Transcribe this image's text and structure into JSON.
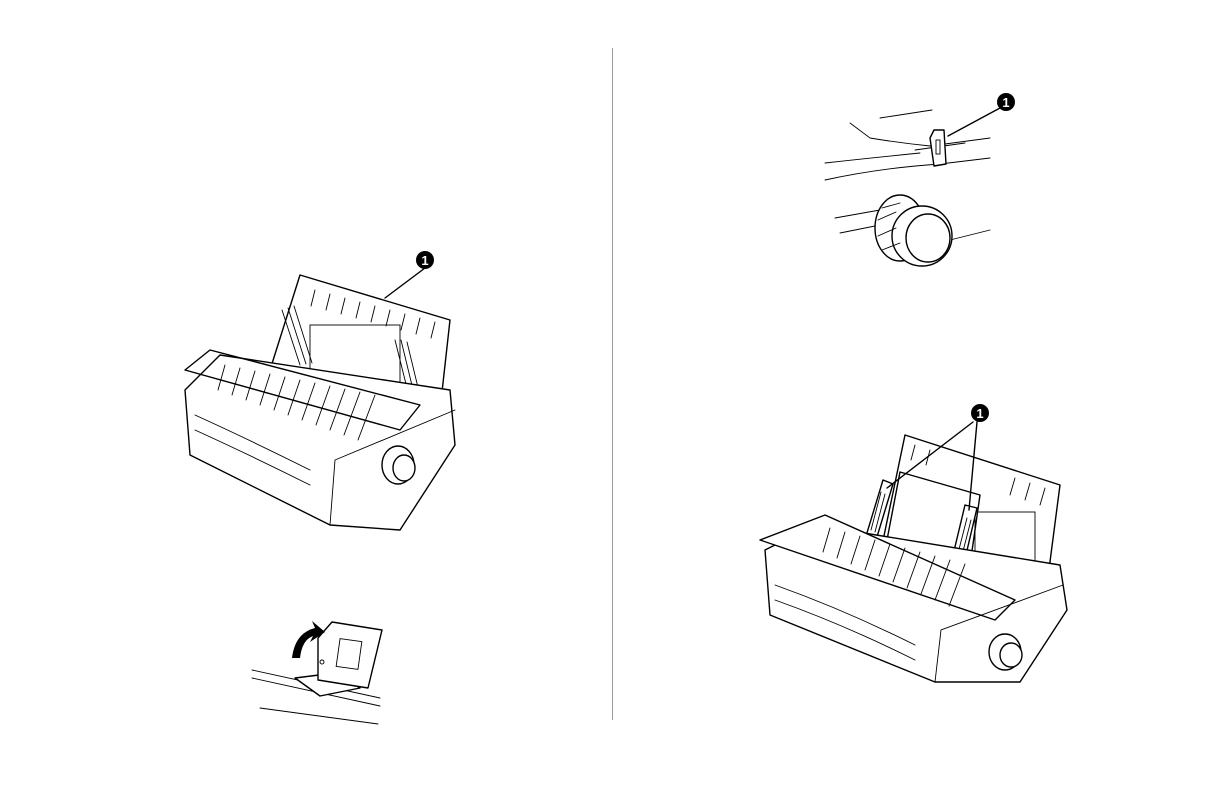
{
  "callouts": {
    "printer_paper_separator": "1",
    "lever_detail": "1",
    "paper_guides": "1"
  },
  "colors": {
    "ink": "#000000",
    "page": "#ffffff",
    "divider": "#9a9a9a"
  }
}
